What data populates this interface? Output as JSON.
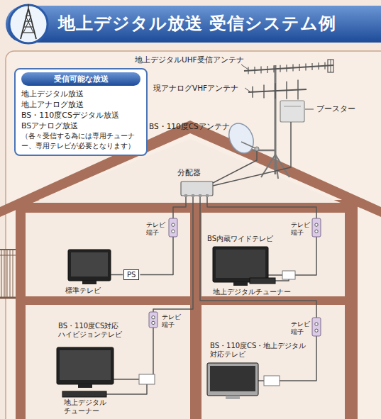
{
  "diagram": {
    "title": "地上デジタル放送 受信システム例",
    "nodes": [
      {
        "text": [
          "受信可能な放送",
          "地上デジタル放送",
          "地上アナログ放送",
          "BS・110度CSデジタル放送",
          "BSアナログ放送",
          "（各々受信する為には専用チューナー、専用テレビが必要となります）"
        ]
      },
      {
        "text": [
          "PS"
        ]
      }
    ],
    "labels": [
      "地上デジタルUHF受信アンテナ",
      "現アナログVHFアンテナ",
      "ブースター",
      "BS・110度CSアンテナ",
      "分配器",
      "テレビ 端子",
      "テレビ 端子",
      "標準テレビ",
      "BS内蔵ワイドテレビ",
      "地上デジタルチューナー",
      "テレビ 端子",
      "テレビ 端子",
      "BS・110度CS対応 ハイビジョンテレビ",
      "地上デジタル チューナー",
      "BS・110度CS・地上デジタル 対応テレビ"
    ]
  }
}
